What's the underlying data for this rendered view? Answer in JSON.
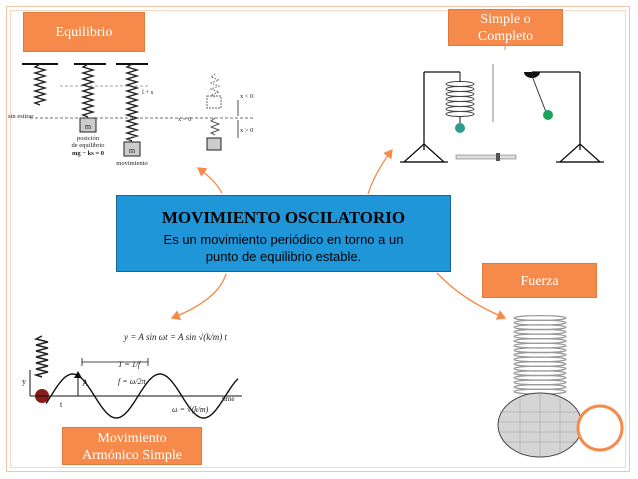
{
  "central": {
    "title": "MOVIMIENTO OSCILATORIO",
    "description_line1": "Es un movimiento periódico en torno a un",
    "description_line2": "punto de equilibrio estable."
  },
  "topics": {
    "equilibrio": "Equilibrio",
    "simple_line1": "Simple o",
    "simple_line2": "Completo",
    "fuerza": "Fuerza",
    "mas_line1": "Movimiento",
    "mas_line2": "Armónico Simple"
  },
  "spring_figure": {
    "sin_estirar": "sin estirar",
    "posicion_line1": "posición",
    "posicion_line2": "de equilibrio",
    "equation": "mg − ks = 0",
    "movimiento": "movimiento",
    "x_neg": "x < 0",
    "x_zero": "x = 0",
    "x_pos": "x > 0",
    "l_plus_s": "l + s",
    "mass_label": "m"
  },
  "shm_figure": {
    "eq_top": "y = A sin ωt = A sin √(k/m) t",
    "period": "T = 1/f",
    "freq": "f = ω/2π",
    "omega": "ω = √(k/m)",
    "amp": "A",
    "t_label": "t",
    "time_label": "time",
    "y_label": "y"
  },
  "colors": {
    "orange": "#f58a4b",
    "blue": "#1e96d8",
    "green": "#1aa65a",
    "teal": "#2a9d8f",
    "dark_red": "#8b1a1a"
  }
}
